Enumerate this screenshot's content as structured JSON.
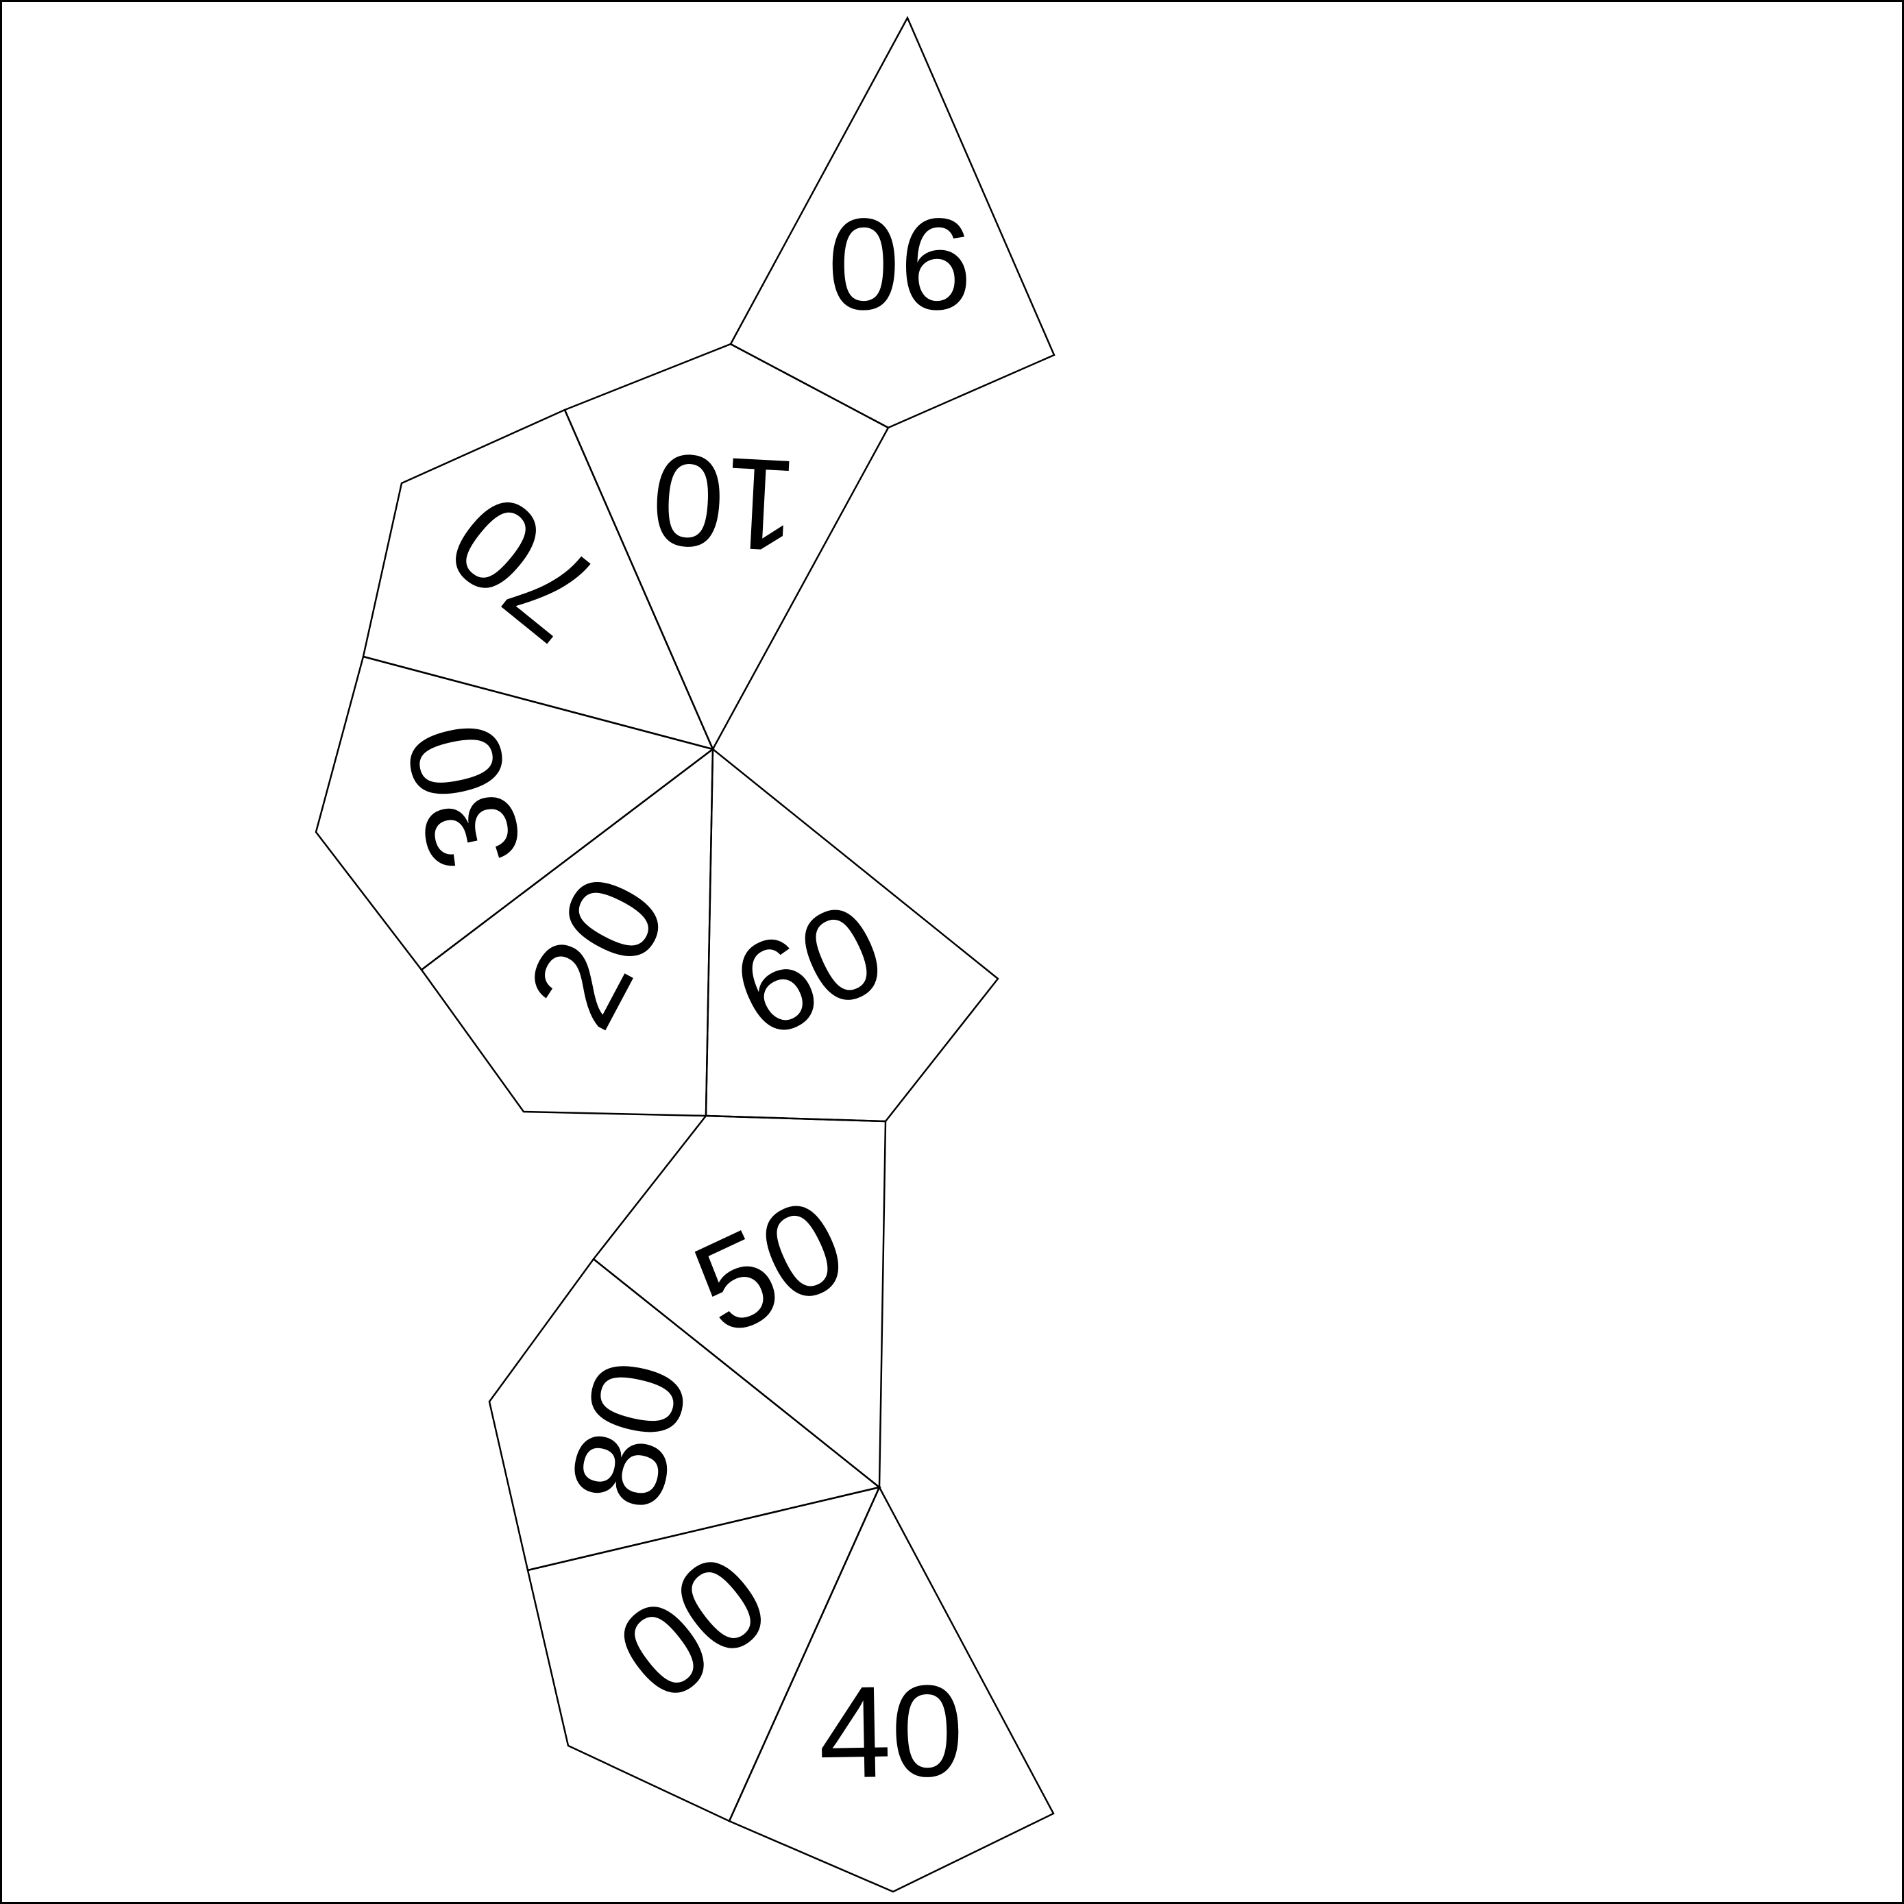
{
  "labels": {
    "face_90": "90",
    "face_10": "10",
    "face_70": "70",
    "face_30": "30",
    "face_20": "20",
    "face_60": "60",
    "face_50": "50",
    "face_80": "80",
    "face_00": "00",
    "face_40": "40"
  },
  "colors": {
    "line": "#000000",
    "background": "#ffffff"
  }
}
